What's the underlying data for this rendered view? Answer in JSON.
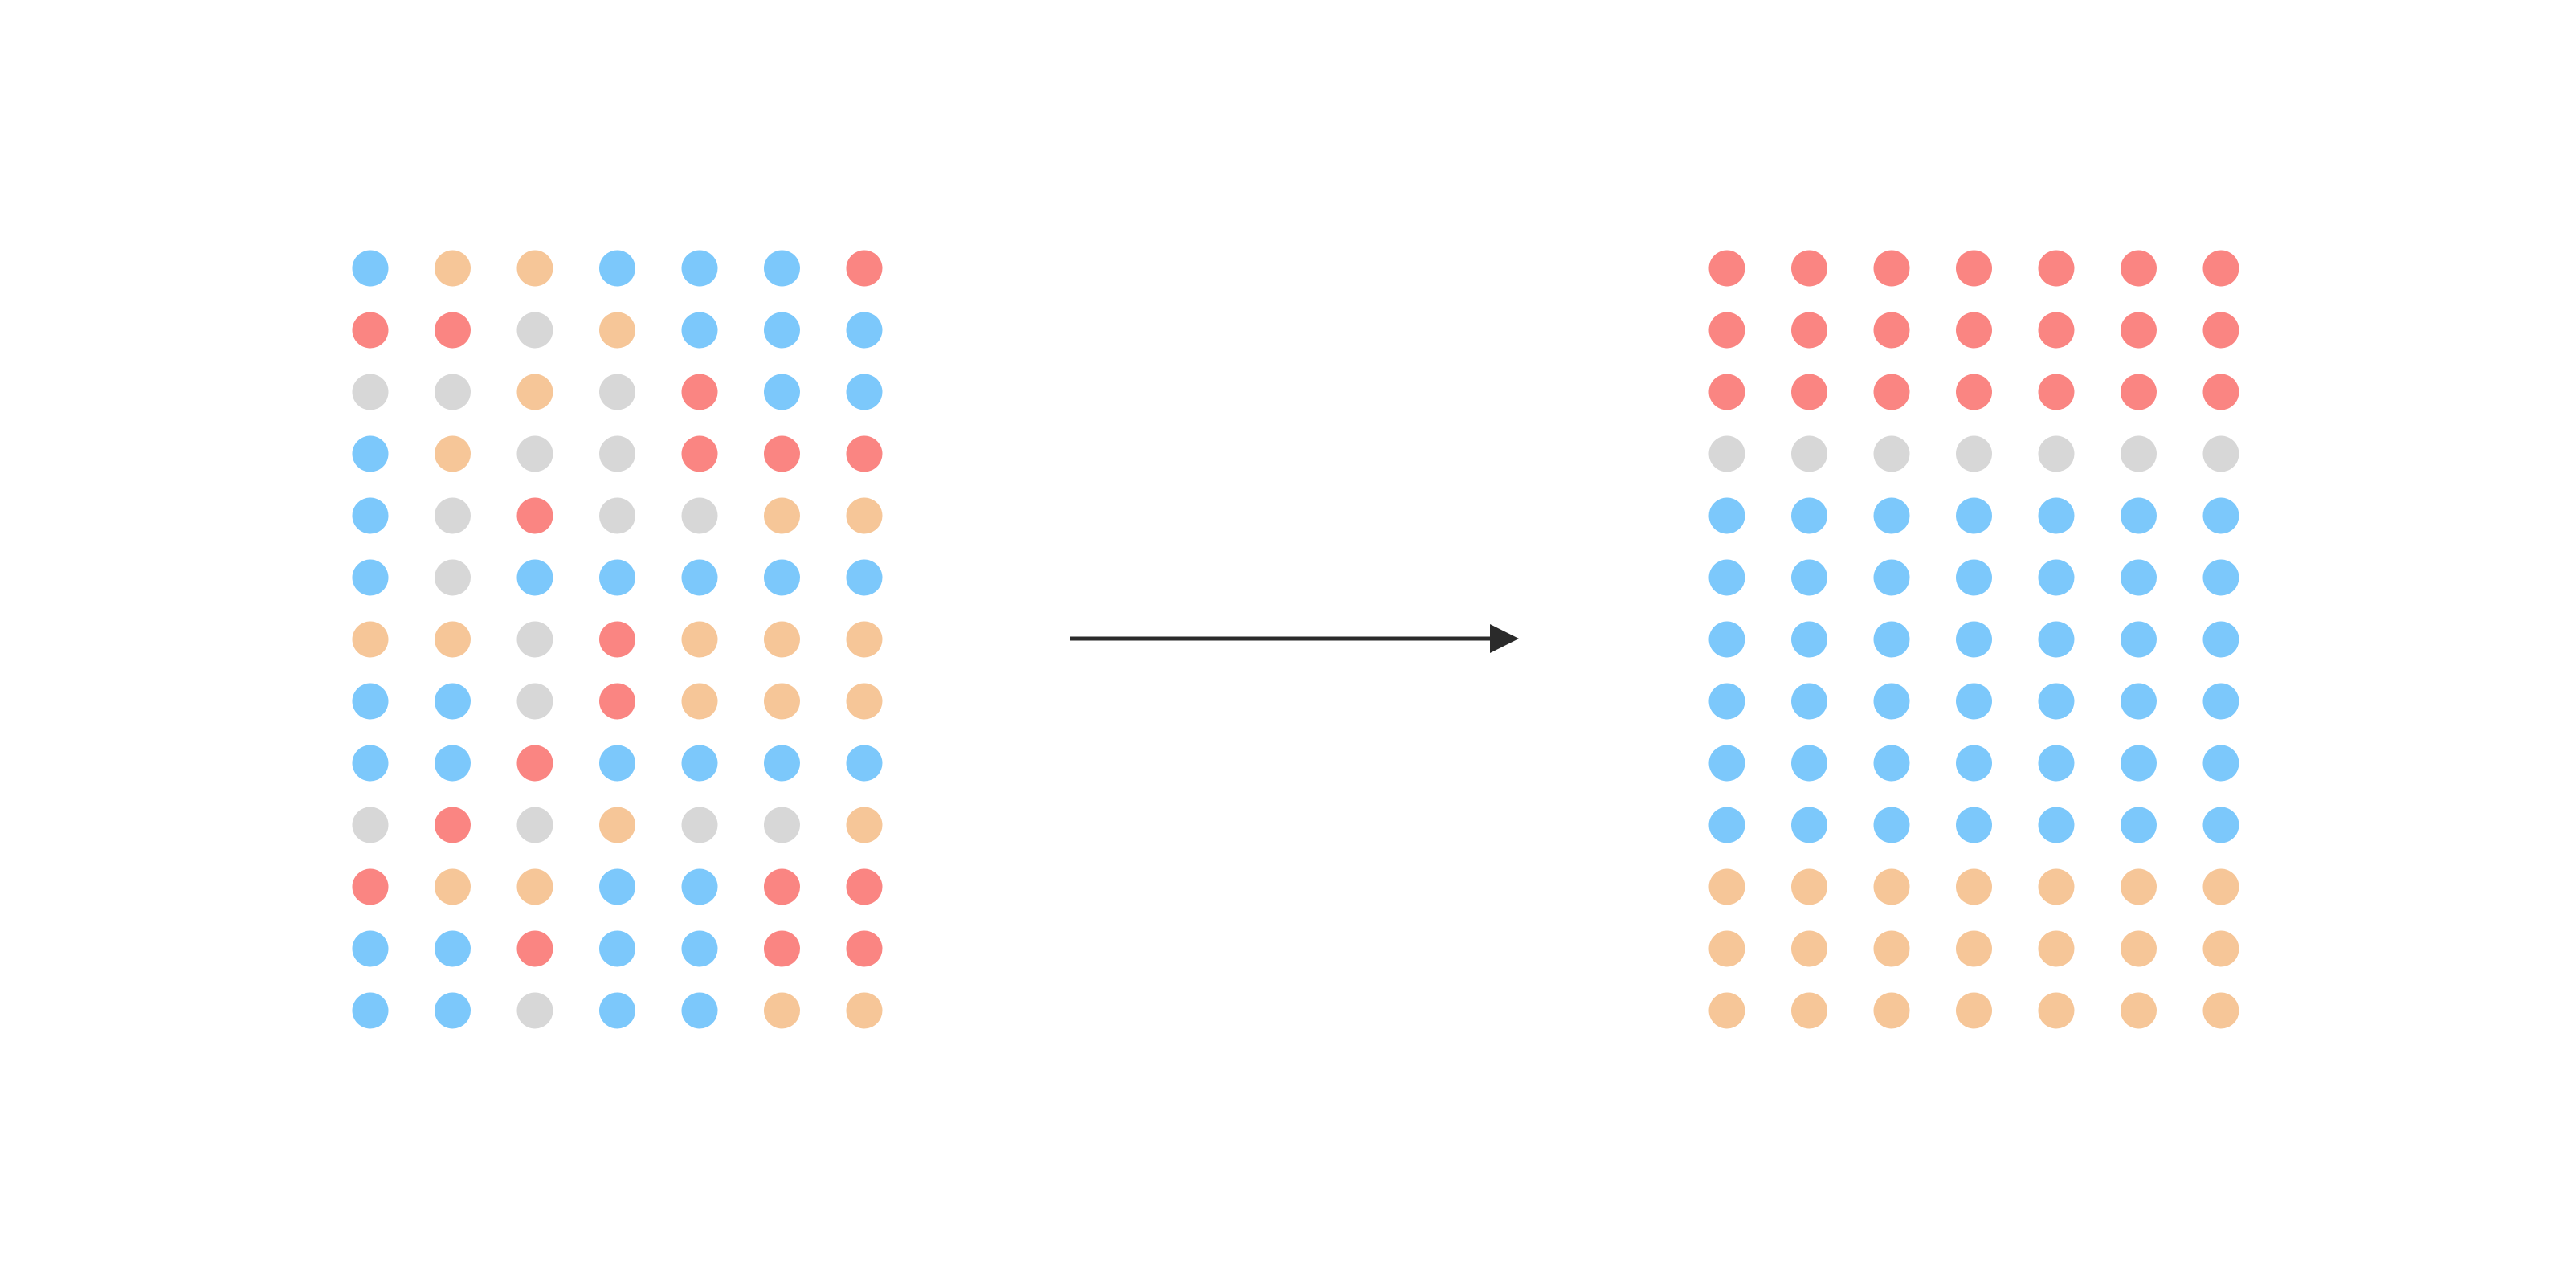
{
  "palette": {
    "b": "#7CC8FB",
    "o": "#F6C698",
    "r": "#FA8582",
    "g": "#D7D7D7",
    "arrow": "#2A2A2A"
  },
  "grids": [
    {
      "id": "unsorted",
      "rows": [
        [
          "b",
          "o",
          "o",
          "b",
          "b",
          "b",
          "r"
        ],
        [
          "r",
          "r",
          "g",
          "o",
          "b",
          "b",
          "b"
        ],
        [
          "g",
          "g",
          "o",
          "g",
          "r",
          "b",
          "b"
        ],
        [
          "b",
          "o",
          "g",
          "g",
          "r",
          "r",
          "r"
        ],
        [
          "b",
          "g",
          "r",
          "g",
          "g",
          "o",
          "o"
        ],
        [
          "b",
          "g",
          "b",
          "b",
          "b",
          "b",
          "b"
        ],
        [
          "o",
          "o",
          "g",
          "r",
          "o",
          "o",
          "o"
        ],
        [
          "b",
          "b",
          "g",
          "r",
          "o",
          "o",
          "o"
        ],
        [
          "b",
          "b",
          "r",
          "b",
          "b",
          "b",
          "b"
        ],
        [
          "g",
          "r",
          "g",
          "o",
          "g",
          "g",
          "o"
        ],
        [
          "r",
          "o",
          "o",
          "b",
          "b",
          "r",
          "r"
        ],
        [
          "b",
          "b",
          "r",
          "b",
          "b",
          "r",
          "r"
        ],
        [
          "b",
          "b",
          "g",
          "b",
          "b",
          "o",
          "o"
        ]
      ]
    },
    {
      "id": "sorted",
      "rows": [
        [
          "r",
          "r",
          "r",
          "r",
          "r",
          "r",
          "r"
        ],
        [
          "r",
          "r",
          "r",
          "r",
          "r",
          "r",
          "r"
        ],
        [
          "r",
          "r",
          "r",
          "r",
          "r",
          "r",
          "r"
        ],
        [
          "g",
          "g",
          "g",
          "g",
          "g",
          "g",
          "g"
        ],
        [
          "b",
          "b",
          "b",
          "b",
          "b",
          "b",
          "b"
        ],
        [
          "b",
          "b",
          "b",
          "b",
          "b",
          "b",
          "b"
        ],
        [
          "b",
          "b",
          "b",
          "b",
          "b",
          "b",
          "b"
        ],
        [
          "b",
          "b",
          "b",
          "b",
          "b",
          "b",
          "b"
        ],
        [
          "b",
          "b",
          "b",
          "b",
          "b",
          "b",
          "b"
        ],
        [
          "b",
          "b",
          "b",
          "b",
          "b",
          "b",
          "b"
        ],
        [
          "o",
          "o",
          "o",
          "o",
          "o",
          "o",
          "o"
        ],
        [
          "o",
          "o",
          "o",
          "o",
          "o",
          "o",
          "o"
        ],
        [
          "o",
          "o",
          "o",
          "o",
          "o",
          "o",
          "o"
        ]
      ]
    }
  ],
  "arrow": {
    "icon": "right-arrow-icon"
  }
}
